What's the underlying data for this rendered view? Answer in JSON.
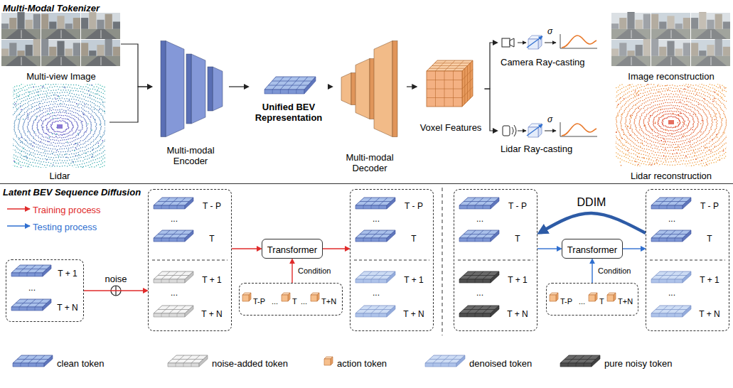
{
  "diagram": {
    "nodes": [
      {
        "text": [
          "Multi-view Image"
        ]
      },
      {
        "text": [
          "Lidar"
        ]
      },
      {
        "text": [
          "Multi-modal Encoder"
        ]
      },
      {
        "text": [
          "Unified BEV Representation"
        ]
      },
      {
        "text": [
          "Multi-modal Decoder"
        ]
      },
      {
        "text": [
          "Voxel Features"
        ]
      },
      {
        "text": [
          "Camera Ray-casting"
        ]
      },
      {
        "text": [
          "Lidar Ray-casting"
        ]
      },
      {
        "text": [
          "Image reconstruction"
        ]
      },
      {
        "text": [
          "Lidar reconstruction"
        ]
      },
      {
        "text": [
          "T + 1",
          "...",
          "T + N"
        ]
      },
      {
        "text": [
          "T - P",
          "...",
          "T",
          "T + 1",
          "...",
          "T + N"
        ]
      },
      {
        "text": [
          "Transformer"
        ]
      },
      {
        "text": [
          "T-P",
          "...",
          "T",
          "...",
          "T+N"
        ]
      },
      {
        "text": [
          "T - P",
          "...",
          "T",
          "T + 1",
          "...",
          "T + N"
        ]
      },
      {
        "text": [
          "T - P",
          "...",
          "T",
          "T + 1",
          "...",
          "T + N"
        ]
      },
      {
        "text": [
          "Transformer"
        ]
      },
      {
        "text": [
          "T-P",
          "...",
          "T",
          "T+N"
        ]
      },
      {
        "text": [
          "T - P",
          "...",
          "T",
          "T + 1",
          "...",
          "T + N"
        ]
      }
    ],
    "edges": [
      {
        "from": 0,
        "to": 2,
        "arrow": "to"
      },
      {
        "from": 1,
        "to": 2,
        "arrow": "to"
      },
      {
        "from": 2,
        "to": 3,
        "arrow": "to"
      },
      {
        "from": 3,
        "to": 4,
        "arrow": "to"
      },
      {
        "from": 4,
        "to": 5,
        "arrow": "to"
      },
      {
        "from": 5,
        "to": 6,
        "arrow": "to"
      },
      {
        "from": 5,
        "to": 7,
        "arrow": "to"
      },
      {
        "from": 10,
        "to": 11,
        "label": "noise",
        "arrow": "to"
      },
      {
        "from": 11,
        "to": 12,
        "arrow": "to"
      },
      {
        "from": 12,
        "to": 14,
        "arrow": "to"
      },
      {
        "from": 13,
        "to": 12,
        "label": "Condition",
        "arrow": "to"
      },
      {
        "from": 15,
        "to": 16,
        "arrow": "to"
      },
      {
        "from": 16,
        "to": 18,
        "arrow": "to"
      },
      {
        "from": 17,
        "to": 16,
        "label": "Condition",
        "arrow": "to"
      },
      {
        "from": 18,
        "to": 15,
        "label": "DDIM",
        "arrow": "to"
      }
    ],
    "labels": [
      "Multi-Modal Tokenizer",
      "σ",
      "σ",
      "Latent BEV Sequence Diffusion"
    ],
    "legend": [
      {
        "text": "Training process"
      },
      {
        "text": "Testing process"
      },
      {
        "text": "clean token"
      },
      {
        "text": "noise-added token"
      },
      {
        "text": "action token"
      },
      {
        "text": "denoised token"
      },
      {
        "text": "pure noisy token"
      }
    ]
  }
}
